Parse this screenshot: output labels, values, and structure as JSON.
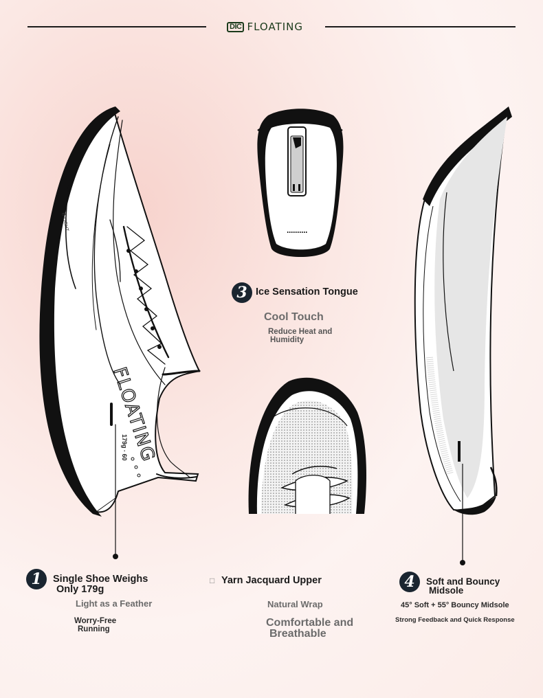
{
  "header": {
    "logo_badge": "DIC",
    "logo_text": "FLOATING"
  },
  "shoe_markings": {
    "side_brand": "FLOATING",
    "side_model": "B-LIGHT",
    "side_code": "179g · 60"
  },
  "features": [
    {
      "number": "1",
      "title_line1": "Single Shoe Weighs",
      "title_line2": "Only 179g",
      "sub1": "Light as a Feather",
      "sub2_line1": "Worry-Free",
      "sub2_line2": "Running"
    },
    {
      "number": "",
      "title": "Yarn Jacquard Upper",
      "sub1": "Natural Wrap",
      "big_line1": "Comfortable and",
      "big_line2": "Breathable"
    },
    {
      "number": "3",
      "title": "Ice Sensation Tongue",
      "big": "Cool Touch",
      "sub_line1": "Reduce Heat and",
      "sub_line2": "Humidity"
    },
    {
      "number": "4",
      "title_line1": "Soft and Bouncy",
      "title_line2": "Midsole",
      "small1": "45° Soft + 55° Bouncy Midsole",
      "small2": "Strong Feedback and Quick Response"
    }
  ]
}
